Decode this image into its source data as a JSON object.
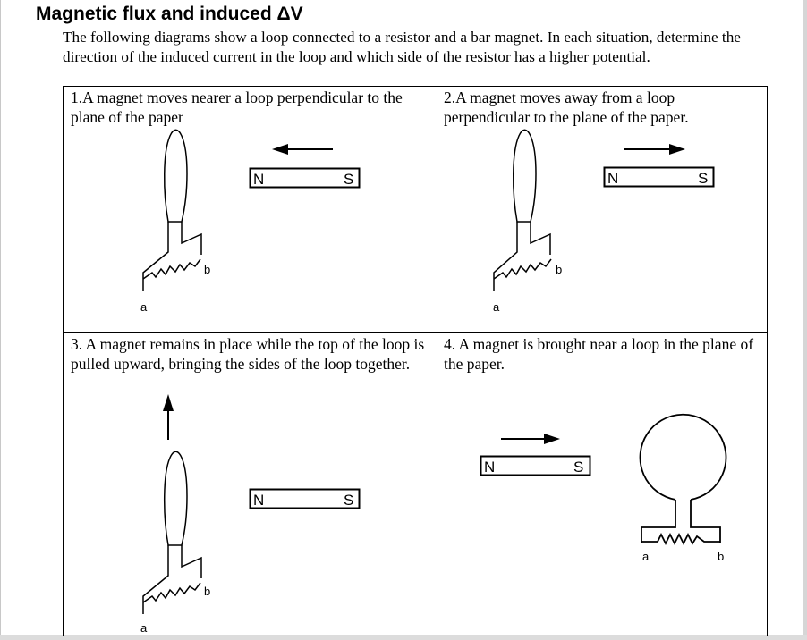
{
  "document": {
    "title": "Magnetic flux and induced ΔV",
    "intro": "The following diagrams show a loop connected to a resistor and a bar magnet.  In each situation, determine the direction of the induced current in the loop and which side of the resistor has a higher potential."
  },
  "cells": [
    {
      "caption": "1.A magnet moves nearer a loop perpendicular to the plane of the paper",
      "magnet_n": "N",
      "magnet_s": "S",
      "label_a": "a",
      "label_b": "b"
    },
    {
      "caption": "2.A magnet moves away from a loop perpendicular to the plane of the paper.",
      "magnet_n": "N",
      "magnet_s": "S",
      "label_a": "a",
      "label_b": "b"
    },
    {
      "caption": "3. A magnet remains in place while the top of the loop is pulled upward, bringing the sides of the loop together.",
      "magnet_n": "N",
      "magnet_s": "S",
      "label_a": "a",
      "label_b": "b"
    },
    {
      "caption": "4. A magnet is brought near a loop in the plane of the paper.",
      "magnet_n": "N",
      "magnet_s": "S",
      "label_a": "a",
      "label_b": "b"
    }
  ]
}
